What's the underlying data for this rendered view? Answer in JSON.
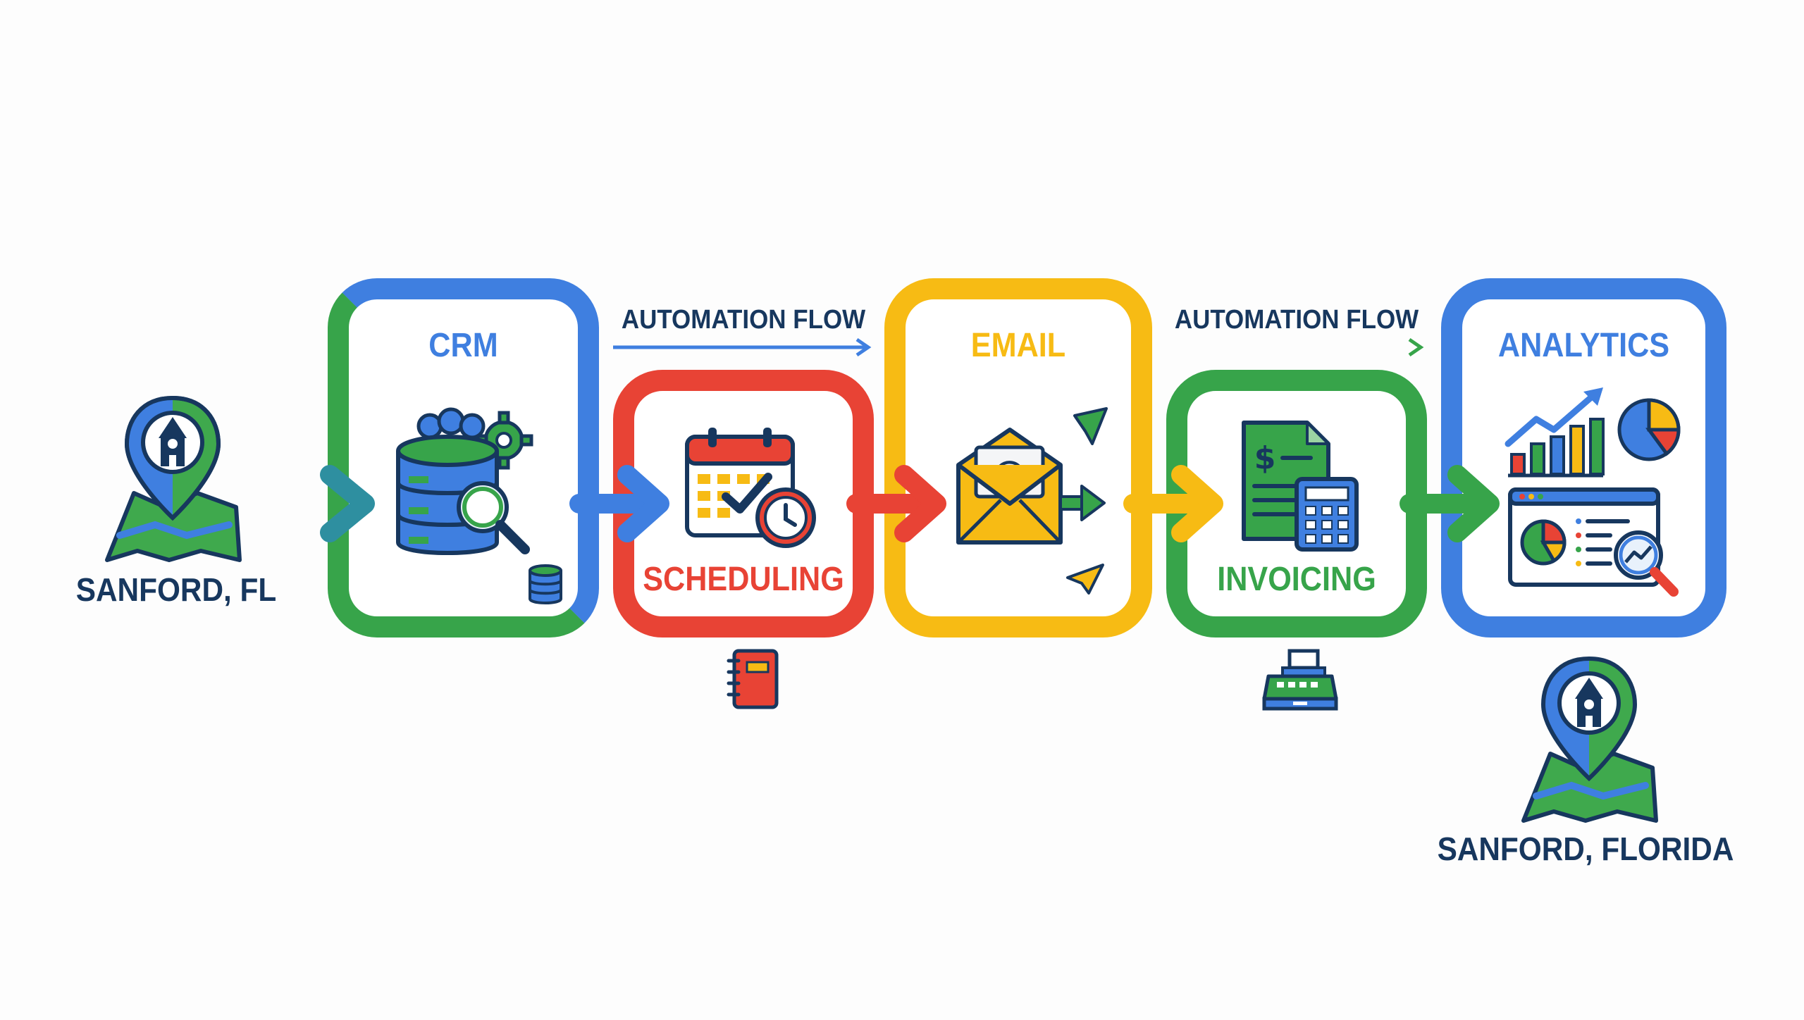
{
  "colors": {
    "blue": "#3f7fe0",
    "red": "#e84335",
    "yellow": "#f7bb14",
    "green": "#37a44a",
    "navy": "#17375e",
    "teal": "#2e8fa0"
  },
  "origin": {
    "label": "SANFORD, FL",
    "icon": "map-pin-clocktower-icon"
  },
  "destination": {
    "label": "SANFORD, FLORIDA",
    "icon": "map-pin-clocktower-icon"
  },
  "flow_labels": [
    "AUTOMATION FLOW",
    "AUTOMATION FLOW"
  ],
  "stages": [
    {
      "title": "CRM",
      "color": "#3f7fe0",
      "icon": "database-users-gear-search-icon"
    },
    {
      "title": "SCHEDULING",
      "color": "#e84335",
      "icon": "calendar-clock-icon",
      "below_icon": "notebook-icon"
    },
    {
      "title": "EMAIL",
      "color": "#f7bb14",
      "icon": "envelope-at-sign-icon"
    },
    {
      "title": "INVOICING",
      "color": "#37a44a",
      "icon": "invoice-calculator-icon",
      "below_icon": "cash-register-icon"
    },
    {
      "title": "ANALYTICS",
      "color": "#3f7fe0",
      "icon": "charts-dashboard-icon"
    }
  ]
}
